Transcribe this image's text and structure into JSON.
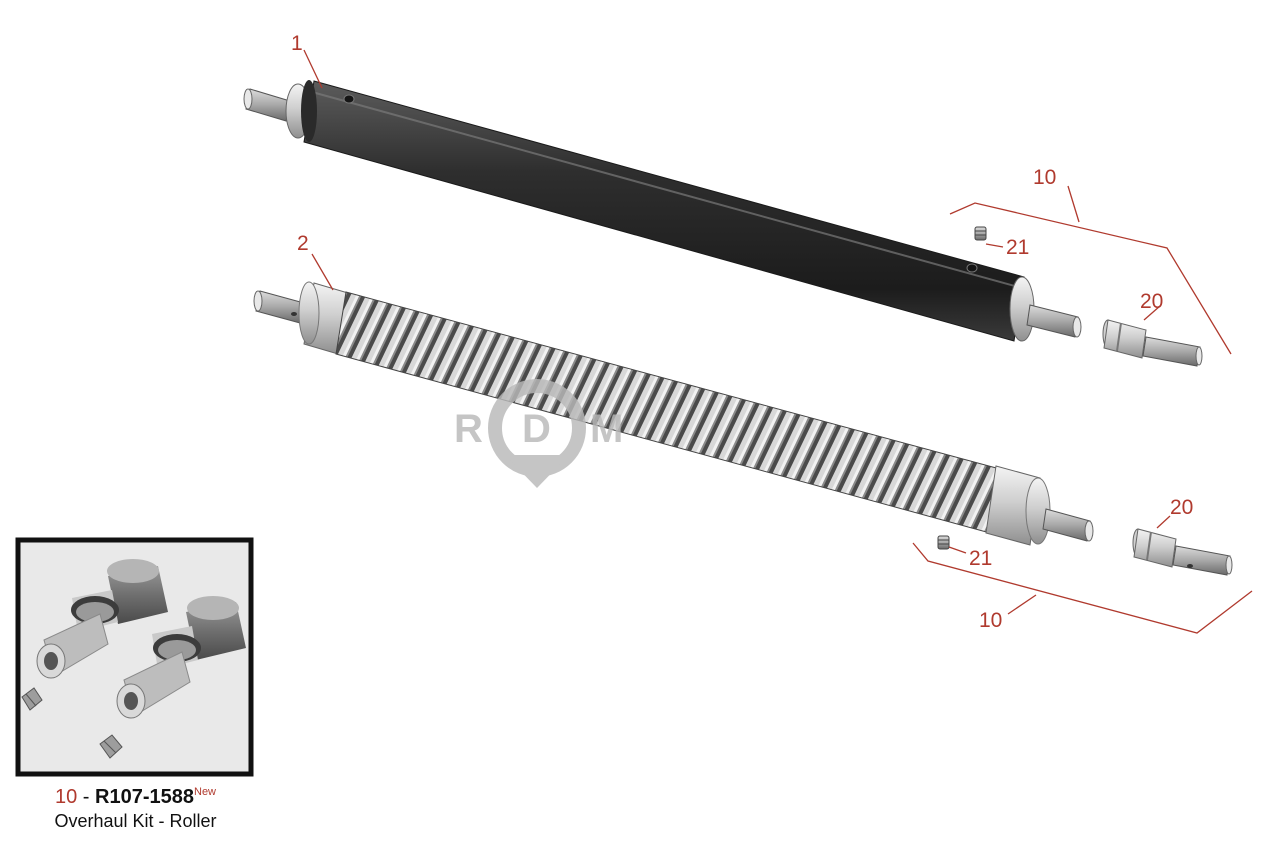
{
  "watermark": {
    "letters": [
      "R",
      "D",
      "M"
    ],
    "color": "#b9b9b9"
  },
  "callouts": {
    "solid_roller": "1",
    "grooved_roller": "2",
    "kit_upper": "10",
    "kit_lower": "10",
    "fitting_upper": "21",
    "fitting_lower": "21",
    "bearing_upper": "20",
    "bearing_lower": "20"
  },
  "inset_kit": {
    "number": "10",
    "dash": "-",
    "part_number": "R107-1588",
    "new_badge": "New",
    "description": "Overhaul Kit - Roller"
  },
  "colors": {
    "callout": "#b03a2e",
    "inset_border": "#111111",
    "inset_background": "#e9e9e9",
    "roller_body": "#353535"
  }
}
